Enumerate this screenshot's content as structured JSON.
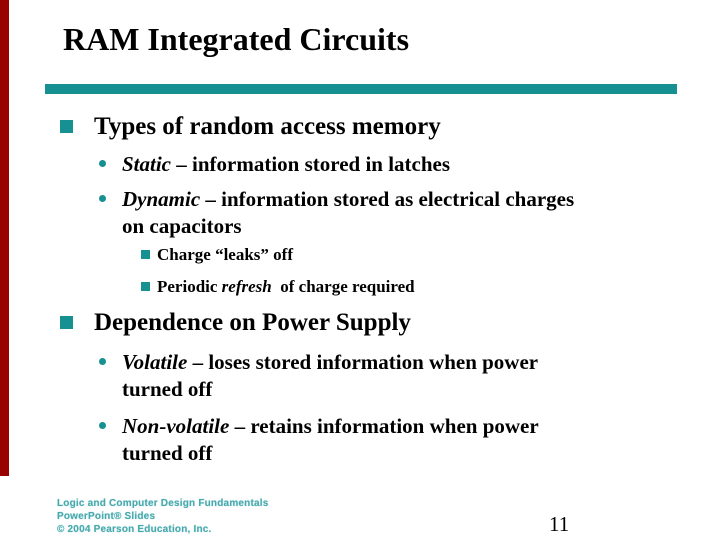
{
  "slide": {
    "title": "RAM Integrated Circuits",
    "page_number": "11",
    "colors": {
      "accent_teal": "#169090",
      "footer_teal": "#46a9ad",
      "left_bar_red": "#990000",
      "text": "#000000",
      "background": "#ffffff"
    },
    "content": {
      "section1": {
        "heading": "Types of random access memory",
        "items": [
          {
            "term": "Static",
            "rest": " – information stored in latches",
            "line2": ""
          },
          {
            "term": "Dynamic",
            "rest": " – information stored as electrical charges",
            "line2": "on capacitors"
          }
        ],
        "subitems": [
          {
            "pre": "Charge “leaks” off",
            "em": "",
            "post": ""
          },
          {
            "pre": "Periodic ",
            "em": "refresh",
            "post": "  of charge required"
          }
        ]
      },
      "section2": {
        "heading": "Dependence on Power Supply",
        "items": [
          {
            "term": "Volatile",
            "rest": " – loses stored information when power",
            "line2": "turned off"
          },
          {
            "term": "Non-volatile",
            "rest": " – retains information when power",
            "line2": "turned off"
          }
        ]
      }
    },
    "footer": {
      "line1": "Logic and Computer Design Fundamentals",
      "line2": "PowerPoint® Slides",
      "line3": "© 2004 Pearson Education, Inc."
    }
  }
}
